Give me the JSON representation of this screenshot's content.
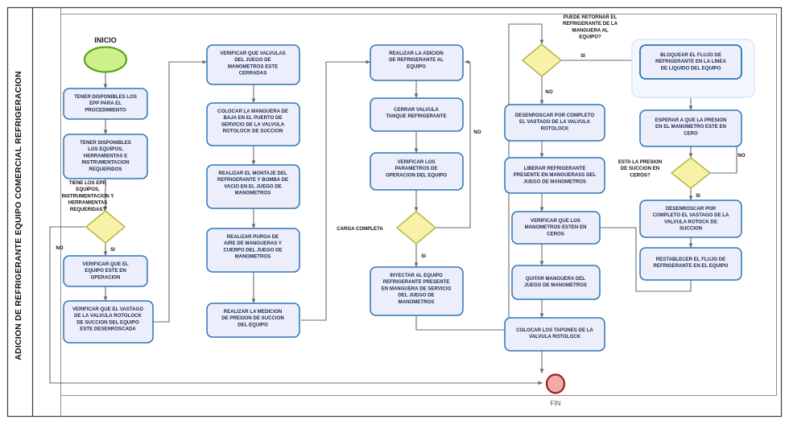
{
  "diagram": {
    "title": "ADICION DE REFRIGERANTE EQUIPO COMERCIAL REFRIGERACION",
    "start_label": "INICIO",
    "end_label": "FIN",
    "colors": {
      "process_fill": "#eceefb",
      "process_stroke": "#2e75b6",
      "decision_fill": "#f7f2a8",
      "decision_stroke": "#b5b54a",
      "start_fill": "#cdf08a",
      "start_stroke": "#5aa010",
      "end_fill": "#f2aaaa",
      "end_stroke": "#a01d1d",
      "connector": "#6b6b6b",
      "frame": "#3a3a3a",
      "highlight": "#d7e6f4"
    }
  },
  "nodes": {
    "start": {
      "label": "INICIO"
    },
    "p1": {
      "label": "TENER DISPONIBLES LOS\nEPP PARA EL\nPROCEDIMIENTO"
    },
    "p2": {
      "label": "TENER DISPONIBLES\nLOS EQUIPOS,\nHERRAMIENTAS E\nINSTRUMENTACION\nREQUERIDOS"
    },
    "d1": {
      "label": "TIENE LOS EPP,\nEQUIPOS,\nINSTRUMENTACION Y\nHERRAMIENTAS\nREQUERIDAS?"
    },
    "p3": {
      "label": "VERIFICAR QUE EL\nEQUIPO ESTE EN\nOPERACION"
    },
    "p4": {
      "label": "VERIFICAR QUE EL VASTAGO\nDE LA VALVULA ROTOLOCK\nDE SUCCION DEL EQUIPO\nESTE DESENROSCADA"
    },
    "p5": {
      "label": "VERIFICAR QUE VALVULAS\nDEL JUEGO DE\nMANOMETROS ESTE\nCERRADAS"
    },
    "p6": {
      "label": "COLOCAR LA MANGUERA DE\nBAJA EN EL PUERTO DE\nSERVICIO DE LA VALVULA\nROTOLOCK DE SUCCION"
    },
    "p7": {
      "label": "REALIZAR EL MONTAJE DEL\nREFRIGERANTE Y BOMBA DE\nVACIO EN EL JUEGO DE\nMANOMETROS"
    },
    "p8": {
      "label": "REALIZAR PURGA DE\nAIRE DE MANGUERAS Y\nCUERPO DEL JUEGO DE\nMANOMETROS"
    },
    "p9": {
      "label": "REALIZAR LA MEDICION\nDE PRESION DE SUCCION\nDEL EQUIPO"
    },
    "p10": {
      "label": "REALIZAR LA ADICION\nDE REFRIGERANTE AL\nEQUIPO"
    },
    "p11": {
      "label": "CERRAR VALVULA\nTANQUE REFRIGERANTE"
    },
    "p12": {
      "label": "VERIFICAR LOS\nPARAMETROS DE\nOPERACION DEL EQUIPO"
    },
    "d2": {
      "label": "CARGA COMPLETA"
    },
    "p13": {
      "label": "INYECTAR AL EQUIPO\nREFRIGERANTE PRESENTE\nEN MANGUERA DE SERVICIO\nDEL JUEGO DE\nMANOMETROS"
    },
    "d3": {
      "label": "PUEDE RETORNAR EL\nREFRIGERANTE DE LA\nMANGUERA AL\nEQUIPO?"
    },
    "p14": {
      "label": "DESENROSCAR POR COMPLETO\nEL VASTAGO DE LA VALVULA\nROTOLOCK"
    },
    "p15": {
      "label": "LIBERAR REFRIGERANTE\nPRESENTE EN MANGUERASS DEL\nJUEGO DE MANOMETROS"
    },
    "p16": {
      "label": "VERIFICAR QUE LOS\nMANOMETROS ESTEN EN\nCEROS"
    },
    "p17": {
      "label": "QUITAR MANGUERA DEL\nJUEGO DE MANOMETROS"
    },
    "p18": {
      "label": "COLOCAR LOS TAPONES DE LA\nVALVULA ROTOLOCK"
    },
    "p19": {
      "label": "BLOQUEAR EL FLUJO DE\nREFRIGERANTE EN LA LINEA\nDE LIQUIDO DEL EQUIPO"
    },
    "p20": {
      "label": "ESPERAR A QUE LA PRESION\nEN EL MANOMETRO ESTE EN\nCERO"
    },
    "d4": {
      "label": "ESTA LA PRESION\nDE SUCCION EN\nCEROS?"
    },
    "p21": {
      "label": "DESENROSCAR POR\nCOMPLETO EL VASTAGO DE LA\nVALVULA ROTOCK DE\nSUCCION"
    },
    "p22": {
      "label": "RESTABLECER EL FLUJO DE\nREFRIGERANTE EN EL EQUIPO"
    },
    "end": {
      "label": "FIN"
    }
  },
  "edge_labels": {
    "d1_si": "SI",
    "d1_no": "NO",
    "d2_si": "SI",
    "d2_no": "NO",
    "d3_si": "SI",
    "d3_no": "NO",
    "d4_si": "SI",
    "d4_no": "NO"
  }
}
